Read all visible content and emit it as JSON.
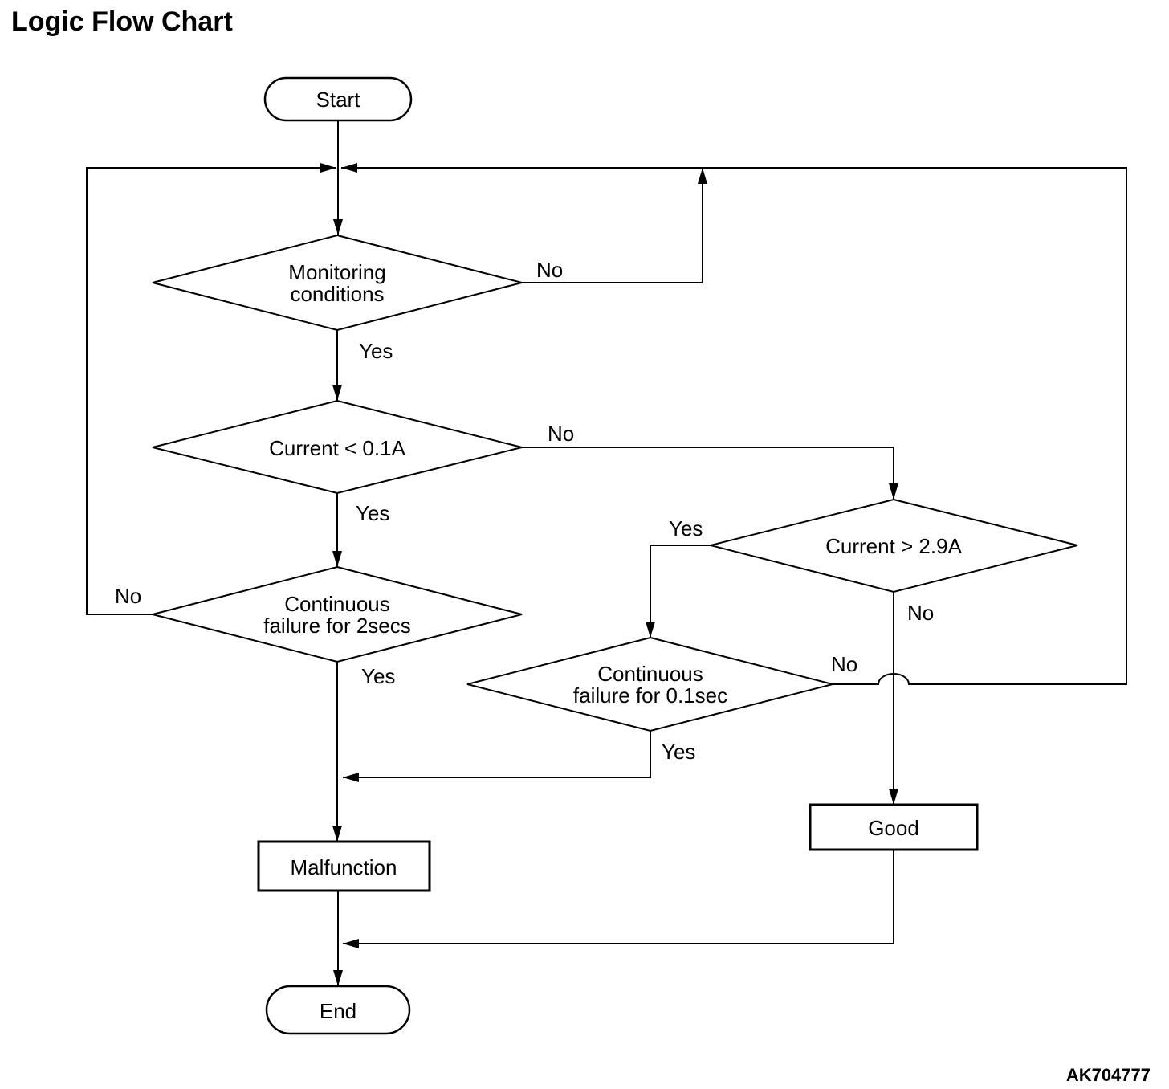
{
  "title": "Logic Flow Chart",
  "figure_code": "AK704777",
  "colors": {
    "background": "#ffffff",
    "stroke": "#000000",
    "text": "#000000"
  },
  "nodes": {
    "start": {
      "type": "terminator",
      "label": "Start"
    },
    "monitoring": {
      "type": "decision",
      "line1": "Monitoring",
      "line2": "conditions"
    },
    "current_low": {
      "type": "decision",
      "label": "Current < 0.1A"
    },
    "fail_2secs": {
      "type": "decision",
      "line1": "Continuous",
      "line2": "failure for 2secs"
    },
    "current_high": {
      "type": "decision",
      "label": "Current > 2.9A"
    },
    "fail_01sec": {
      "type": "decision",
      "line1": "Continuous",
      "line2": "failure for 0.1sec"
    },
    "malfunction": {
      "type": "process",
      "label": "Malfunction"
    },
    "good": {
      "type": "process",
      "label": "Good"
    },
    "end": {
      "type": "terminator",
      "label": "End"
    }
  },
  "edges": {
    "start_entry": {
      "from": "start",
      "to": "loop-junction",
      "label": ""
    },
    "monitoring_no": {
      "from": "monitoring",
      "to": "loop-junction",
      "label": "No"
    },
    "monitoring_yes": {
      "from": "monitoring",
      "to": "current_low",
      "label": "Yes"
    },
    "current_low_no": {
      "from": "current_low",
      "to": "current_high",
      "label": "No"
    },
    "current_low_yes": {
      "from": "current_low",
      "to": "fail_2secs",
      "label": "Yes"
    },
    "fail_2secs_no": {
      "from": "fail_2secs",
      "to": "loop-junction",
      "label": "No"
    },
    "fail_2secs_yes": {
      "from": "fail_2secs",
      "to": "malfunction",
      "label": "Yes"
    },
    "current_high_yes": {
      "from": "current_high",
      "to": "fail_01sec",
      "label": "Yes"
    },
    "current_high_no": {
      "from": "current_high",
      "to": "good",
      "label": "No"
    },
    "fail_01sec_no": {
      "from": "fail_01sec",
      "to": "loop-junction",
      "label": "No"
    },
    "fail_01sec_yes": {
      "from": "fail_01sec",
      "to": "malfunction",
      "label": "Yes"
    },
    "malfunction_to_end": {
      "from": "malfunction",
      "to": "end",
      "label": ""
    },
    "good_to_end": {
      "from": "good",
      "to": "end",
      "label": ""
    }
  }
}
